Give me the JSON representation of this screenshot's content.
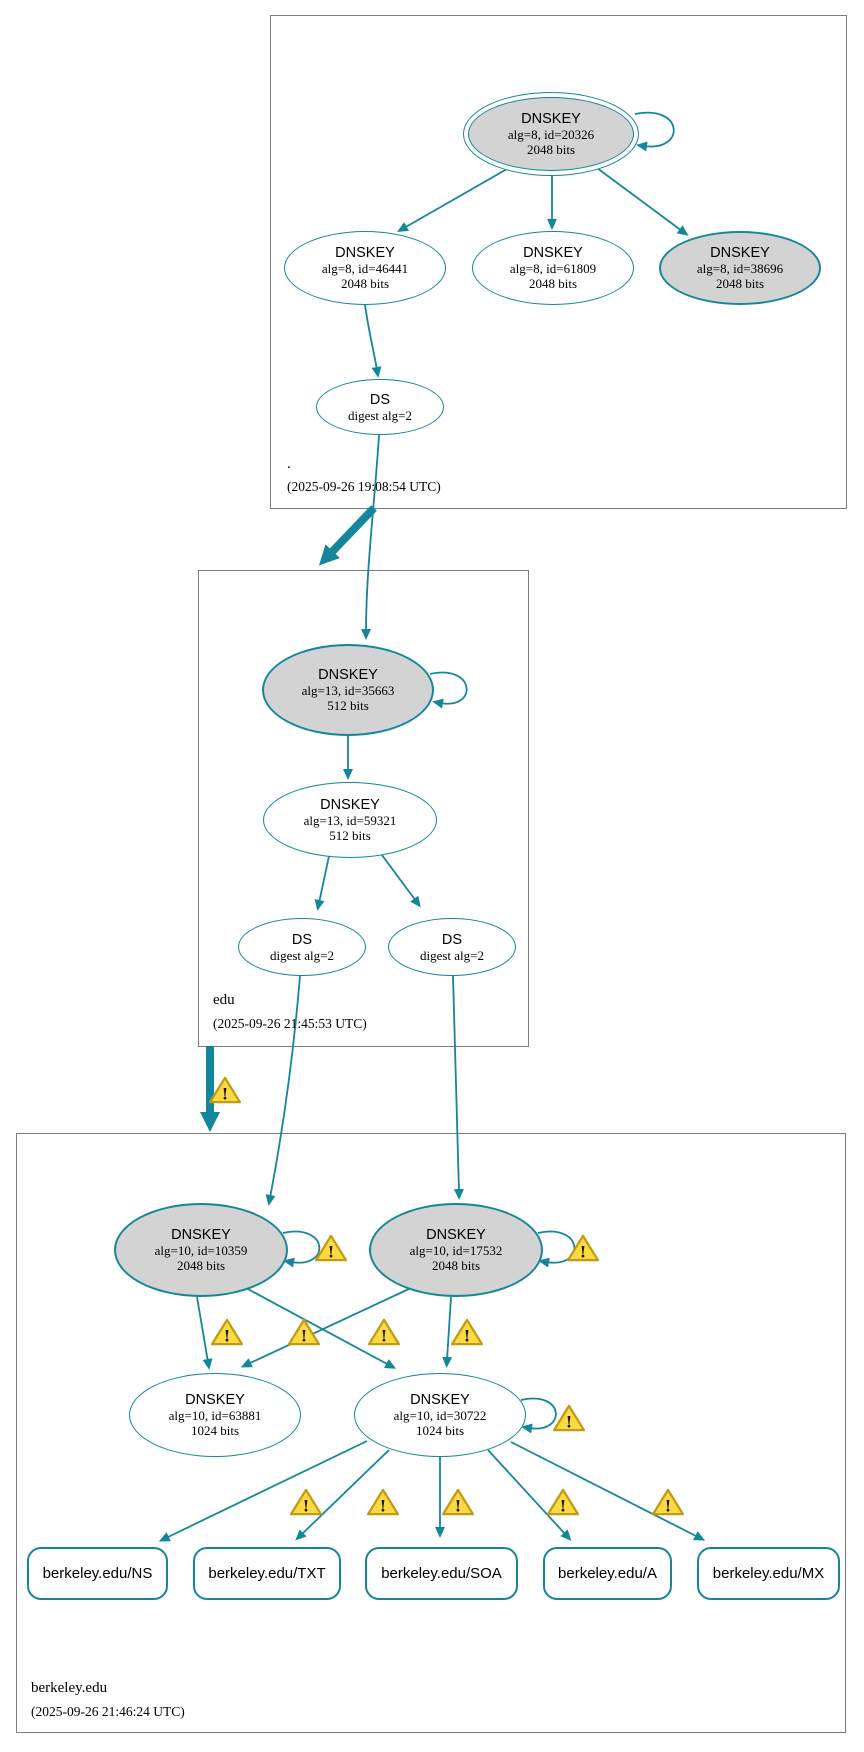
{
  "colors": {
    "edge_teal": "#14869b",
    "ksk_fill": "#d3d3d3",
    "zone_border": "#7d7d7d",
    "warning_fill": "#fbdb41"
  },
  "icons": {
    "warning_glyph": "!"
  },
  "zones": {
    "root": {
      "label": ".",
      "timestamp": "(2025-09-26 19:08:54 UTC)",
      "nodes": {
        "ksk20326": {
          "type": "DNSKEY",
          "detail": "alg=8, id=20326",
          "bits": "2048 bits"
        },
        "key46441": {
          "type": "DNSKEY",
          "detail": "alg=8, id=46441",
          "bits": "2048 bits"
        },
        "key61809": {
          "type": "DNSKEY",
          "detail": "alg=8, id=61809",
          "bits": "2048 bits"
        },
        "key38696": {
          "type": "DNSKEY",
          "detail": "alg=8, id=38696",
          "bits": "2048 bits"
        },
        "ds": {
          "type": "DS",
          "detail": "digest alg=2"
        }
      }
    },
    "edu": {
      "label": "edu",
      "timestamp": "(2025-09-26 21:45:53 UTC)",
      "nodes": {
        "ksk35663": {
          "type": "DNSKEY",
          "detail": "alg=13, id=35663",
          "bits": "512 bits"
        },
        "key59321": {
          "type": "DNSKEY",
          "detail": "alg=13, id=59321",
          "bits": "512 bits"
        },
        "ds1": {
          "type": "DS",
          "detail": "digest alg=2"
        },
        "ds2": {
          "type": "DS",
          "detail": "digest alg=2"
        }
      }
    },
    "berkeley": {
      "label": "berkeley.edu",
      "timestamp": "(2025-09-26 21:46:24 UTC)",
      "nodes": {
        "ksk10359": {
          "type": "DNSKEY",
          "detail": "alg=10, id=10359",
          "bits": "2048 bits"
        },
        "ksk17532": {
          "type": "DNSKEY",
          "detail": "alg=10, id=17532",
          "bits": "2048 bits"
        },
        "key63881": {
          "type": "DNSKEY",
          "detail": "alg=10, id=63881",
          "bits": "1024 bits"
        },
        "key30722": {
          "type": "DNSKEY",
          "detail": "alg=10, id=30722",
          "bits": "1024 bits"
        },
        "rrset_ns": {
          "label": "berkeley.edu/NS"
        },
        "rrset_txt": {
          "label": "berkeley.edu/TXT"
        },
        "rrset_soa": {
          "label": "berkeley.edu/SOA"
        },
        "rrset_a": {
          "label": "berkeley.edu/A"
        },
        "rrset_mx": {
          "label": "berkeley.edu/MX"
        }
      }
    }
  }
}
